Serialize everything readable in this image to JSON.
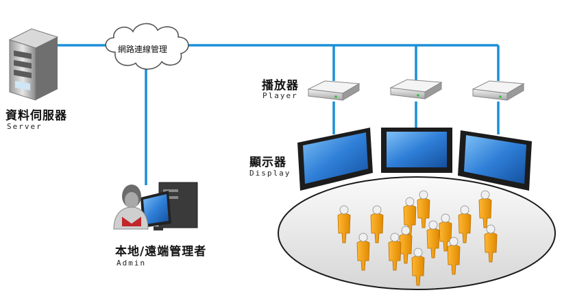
{
  "network": {
    "label": "網路連線管理"
  },
  "server": {
    "label_zh": "資料伺服器",
    "label_en": "Server"
  },
  "admin": {
    "label_zh": "本地/遠端管理者",
    "label_en": "Admin"
  },
  "player": {
    "label_zh": "播放器",
    "label_en": "Player"
  },
  "display": {
    "label_zh": "顯示器",
    "label_en": "Display"
  },
  "colors": {
    "line": "#1a8fd6",
    "screen": "#2f7fd8",
    "person": "#f5a623",
    "floor": "#e8e8e8"
  }
}
